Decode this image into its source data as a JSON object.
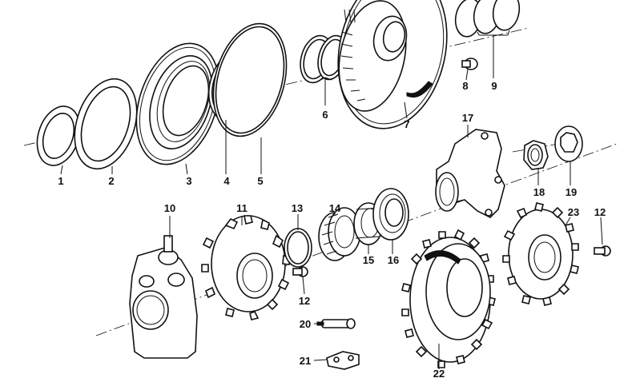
{
  "diagram": {
    "labels": {
      "p1": "1",
      "p2": "2",
      "p3": "3",
      "p4": "4",
      "p5": "5",
      "p6": "6",
      "p7": "7",
      "p8": "8",
      "p9": "9",
      "p10": "10",
      "p11": "11",
      "p12a": "12",
      "p12b": "12",
      "p13": "13",
      "p14": "14",
      "p15": "15",
      "p16": "16",
      "p17": "17",
      "p18": "18",
      "p19": "19",
      "p20": "20",
      "p21": "21",
      "p22": "22",
      "p23": "23"
    }
  }
}
